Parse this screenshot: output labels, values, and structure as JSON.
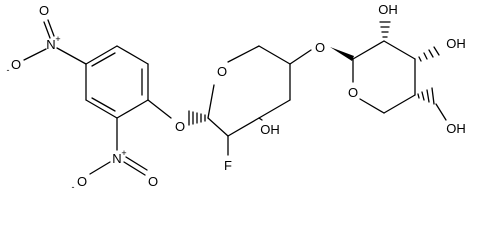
{
  "structure": {
    "description_type": "skeletal-formula",
    "atom_labels": {
      "nitro_top_N": "N",
      "nitro_top_O_double": "O",
      "nitro_top_O_minus": "O",
      "nitro_bottom_N": "N",
      "nitro_bottom_O_double": "O",
      "nitro_bottom_O_minus": "O",
      "aryl_ether_O": "O",
      "ring1_O": "O",
      "fluorine": "F",
      "hydroxyl_ring1": "OH",
      "glycosidic_O": "O",
      "ring2_O": "O",
      "hydroxyl_2a": "OH",
      "hydroxyl_2b": "OH",
      "hydroxyl_2c": "OH"
    },
    "charges": {
      "nitro_plus": "+",
      "oxygen_minus": "-"
    }
  }
}
